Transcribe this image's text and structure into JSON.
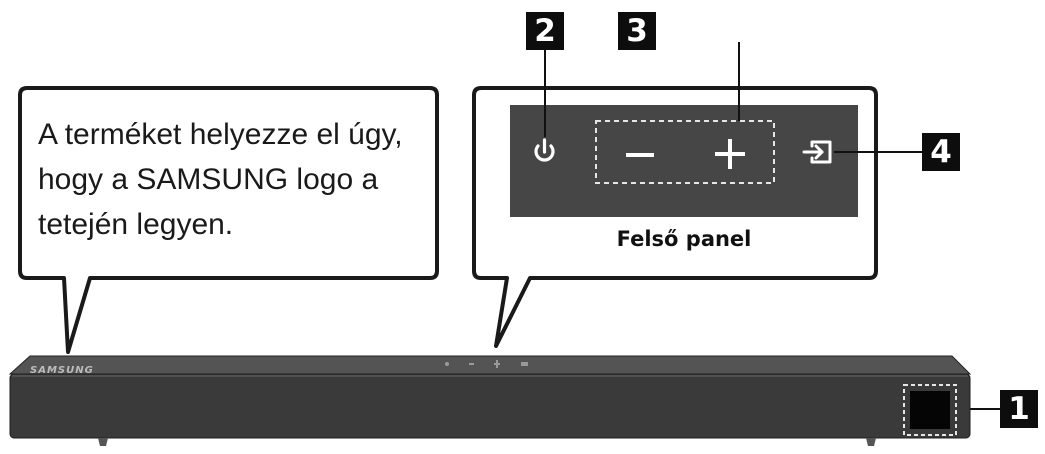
{
  "callout": {
    "lines": [
      "A terméket helyezze el úgy,",
      "hogy a SAMSUNG logo a",
      "tetején legyen."
    ]
  },
  "top_panel": {
    "caption": "Felső panel",
    "buttons": [
      {
        "icon": "power-icon"
      },
      {
        "icon": "minus-icon"
      },
      {
        "icon": "plus-icon"
      },
      {
        "icon": "input-source-icon"
      }
    ]
  },
  "badges": {
    "b1": "1",
    "b2": "2",
    "b3": "3",
    "b4": "4"
  },
  "soundbar": {
    "logo": "SAMSUNG"
  },
  "colors": {
    "panel": "#464646",
    "bar_top": "#545454",
    "bar_front": "#3a3a3a",
    "badge": "#0d0d0d"
  }
}
